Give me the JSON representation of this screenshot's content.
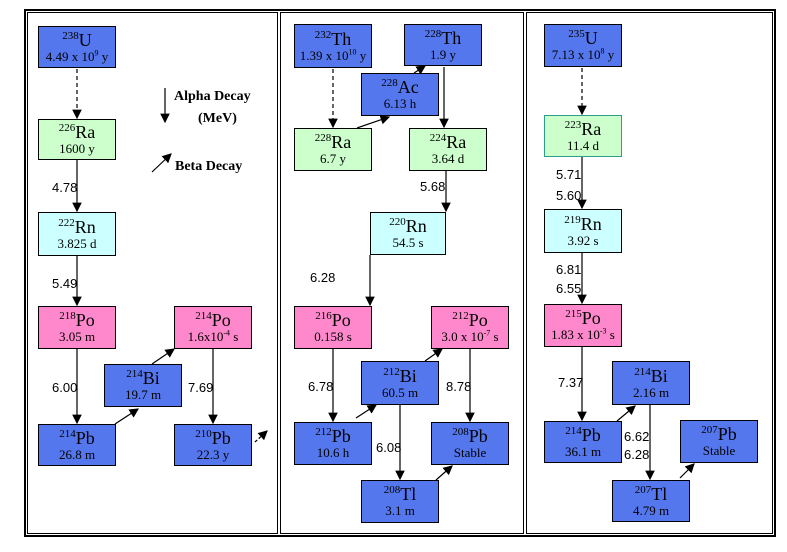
{
  "legend": {
    "alpha": "Alpha Decay",
    "mev": "(MeV)",
    "beta": "Beta Decay"
  },
  "nuclides": {
    "u238": {
      "mass": "238",
      "symbol": "U",
      "half_life": "4.49 x 10",
      "exp": "9",
      "unit": " y"
    },
    "ra226": {
      "mass": "226",
      "symbol": "Ra",
      "half_life": "1600 y"
    },
    "rn222": {
      "mass": "222",
      "symbol": "Rn",
      "half_life": "3.825 d"
    },
    "po218": {
      "mass": "218",
      "symbol": "Po",
      "half_life": "3.05 m"
    },
    "pb214a": {
      "mass": "214",
      "symbol": "Pb",
      "half_life": "26.8 m"
    },
    "bi214a": {
      "mass": "214",
      "symbol": "Bi",
      "half_life": "19.7 m"
    },
    "po214": {
      "mass": "214",
      "symbol": "Po",
      "half_life": "1.6x10",
      "exp": "-4",
      "unit": " s"
    },
    "pb210": {
      "mass": "210",
      "symbol": "Pb",
      "half_life": "22.3 y"
    },
    "th232": {
      "mass": "232",
      "symbol": "Th",
      "half_life": "1.39 x 10",
      "exp": "10",
      "unit": " y"
    },
    "th228": {
      "mass": "228",
      "symbol": "Th",
      "half_life": "1.9 y"
    },
    "ac228": {
      "mass": "228",
      "symbol": "Ac",
      "half_life": "6.13 h"
    },
    "ra228": {
      "mass": "228",
      "symbol": "Ra",
      "half_life": "6.7 y"
    },
    "ra224": {
      "mass": "224",
      "symbol": "Ra",
      "half_life": "3.64 d"
    },
    "rn220": {
      "mass": "220",
      "symbol": "Rn",
      "half_life": "54.5 s"
    },
    "po216": {
      "mass": "216",
      "symbol": "Po",
      "half_life": "0.158 s"
    },
    "po212": {
      "mass": "212",
      "symbol": "Po",
      "half_life": "3.0 x 10",
      "exp": "-7",
      "unit": " s"
    },
    "bi212": {
      "mass": "212",
      "symbol": "Bi",
      "half_life": "60.5 m"
    },
    "pb212": {
      "mass": "212",
      "symbol": "Pb",
      "half_life": "10.6 h"
    },
    "pb208": {
      "mass": "208",
      "symbol": "Pb",
      "half_life": "Stable"
    },
    "tl208": {
      "mass": "208",
      "symbol": "Tl",
      "half_life": "3.1 m"
    },
    "u235": {
      "mass": "235",
      "symbol": "U",
      "half_life": "7.13 x 10",
      "exp": "8",
      "unit": " y"
    },
    "ra223": {
      "mass": "223",
      "symbol": "Ra",
      "half_life": "11.4 d"
    },
    "rn219": {
      "mass": "219",
      "symbol": "Rn",
      "half_life": "3.92 s"
    },
    "po215": {
      "mass": "215",
      "symbol": "Po",
      "half_life": "1.83 x 10",
      "exp": "-3",
      "unit": " s"
    },
    "bi214b": {
      "mass": "214",
      "symbol": "Bi",
      "half_life": "2.16 m"
    },
    "pb214b": {
      "mass": "214",
      "symbol": "Pb",
      "half_life": "36.1 m"
    },
    "pb207": {
      "mass": "207",
      "symbol": "Pb",
      "half_life": "Stable"
    },
    "tl207": {
      "mass": "207",
      "symbol": "Tl",
      "half_life": "4.79 m"
    }
  },
  "energies": {
    "e_ra226": "4.78",
    "e_rn222": "5.49",
    "e_po218": "6.00",
    "e_po214": "7.69",
    "e_ra224": "5.68",
    "e_rn220": "6.28",
    "e_po216": "6.78",
    "e_po212": "8.78",
    "e_bi212": "6.08",
    "e_ra223_a": "5.71",
    "e_ra223_b": "5.60",
    "e_rn219_a": "6.81",
    "e_rn219_b": "6.55",
    "e_po215": "7.37",
    "e_bi214_a": "6.62",
    "e_bi214_b": "6.28"
  },
  "colors": {
    "alpha_box": "#5577ee",
    "green": "#ccffcc",
    "cyan": "#ccffff",
    "pink": "#ff88cc"
  }
}
